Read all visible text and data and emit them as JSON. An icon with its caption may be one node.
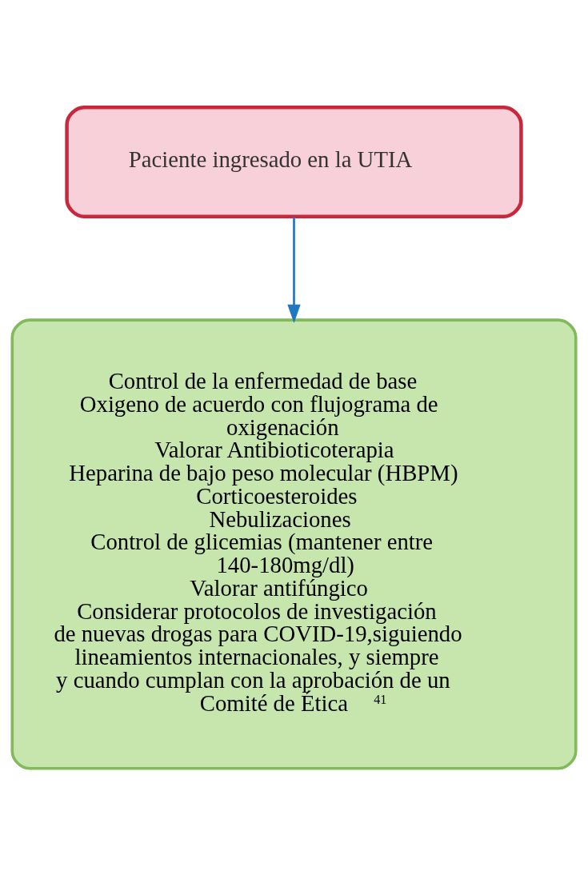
{
  "diagram": {
    "nodes": [
      {
        "text": [
          "Paciente ingresado en la UTIA"
        ]
      },
      {
        "text": [
          "Control de la enfermedad de base",
          "Oxigeno de acuerdo con flujograma de oxigenación",
          "Valorar Antibioticoterapia",
          "Heparina de bajo peso molecular (HBPM)",
          "Corticoesteroides",
          "Nebulizaciones",
          "Control de glicemias (mantener entre 140-180mg/dl)",
          "Valorar antifúngico",
          "Considerar protocolos de investigación de nuevas drogas para COVID-19,siguiendo lineamientos internacionales, y siempre y cuando cumplan con la aprobación de un Comité de Ética$^{41}$"
        ]
      }
    ],
    "edges": [
      {
        "from": 0,
        "to": 1,
        "arrow": "to"
      }
    ]
  }
}
